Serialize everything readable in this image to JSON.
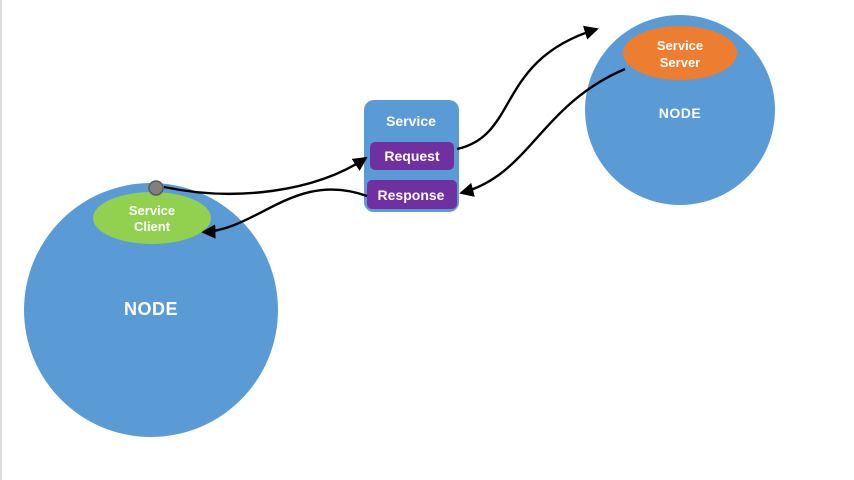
{
  "left_node": {
    "label": "NODE"
  },
  "right_node": {
    "label": "NODE"
  },
  "service_client": {
    "line1": "Service",
    "line2": "Client"
  },
  "service_server": {
    "line1": "Service",
    "line2": "Server"
  },
  "service_box": {
    "title": "Service",
    "request_label": "Request",
    "response_label": "Response"
  },
  "colors": {
    "node_blue": "#5b9bd5",
    "client_green": "#92d050",
    "server_orange": "#ed7d31",
    "button_purple": "#7030a0",
    "arrow_black": "#000000",
    "dot_gray": "#808080",
    "dot_edge_gray": "#595959",
    "label_white": "#ffffff"
  }
}
